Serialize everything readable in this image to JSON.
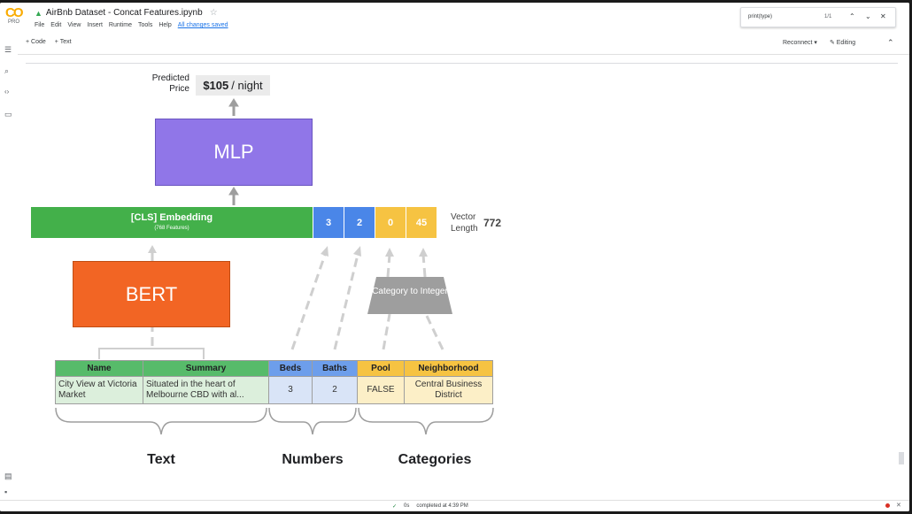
{
  "header": {
    "logo_text": "CO",
    "logo_sub": "PRO",
    "notebook_title": "AirBnb Dataset - Concat Features.ipynb",
    "menu": [
      "File",
      "Edit",
      "View",
      "Insert",
      "Runtime",
      "Tools",
      "Help"
    ],
    "save_status": "All changes saved"
  },
  "find": {
    "query": "print(type)",
    "count": "1/1"
  },
  "toolbar": {
    "add_code": "+ Code",
    "add_text": "+ Text",
    "reconnect": "Reconnect",
    "editing": "Editing"
  },
  "diagram": {
    "predicted_label": "Predicted Price",
    "price_value": "$105",
    "price_unit": "/ night",
    "mlp_label": "MLP",
    "embedding_label": "[CLS] Embedding",
    "embedding_sub": "(768 Features)",
    "vector_values": [
      {
        "value": "3",
        "color": "#4a86e8"
      },
      {
        "value": "2",
        "color": "#4a86e8"
      },
      {
        "value": "0",
        "color": "#f6c342"
      },
      {
        "value": "45",
        "color": "#f6c342"
      }
    ],
    "vector_label": "Vector Length",
    "vector_length": "772",
    "bert_label": "BERT",
    "category_box": "Category to Integer",
    "table": {
      "headers": [
        "Name",
        "Summary",
        "Beds",
        "Baths",
        "Pool",
        "Neighborhood"
      ],
      "row": [
        "City View at Victoria Market",
        "Situated in the heart of Melbourne CBD with al...",
        "3",
        "2",
        "FALSE",
        "Central Business District"
      ]
    },
    "groups": [
      "Text",
      "Numbers",
      "Categories"
    ]
  },
  "status": {
    "duration": "0s",
    "completed": "completed at 4:39 PM"
  },
  "colors": {
    "mlp": "#9076e8",
    "embedding": "#43b04a",
    "bert": "#f26524",
    "numbers": "#4a86e8",
    "categories": "#f6c342",
    "category_box": "#9e9e9e"
  }
}
